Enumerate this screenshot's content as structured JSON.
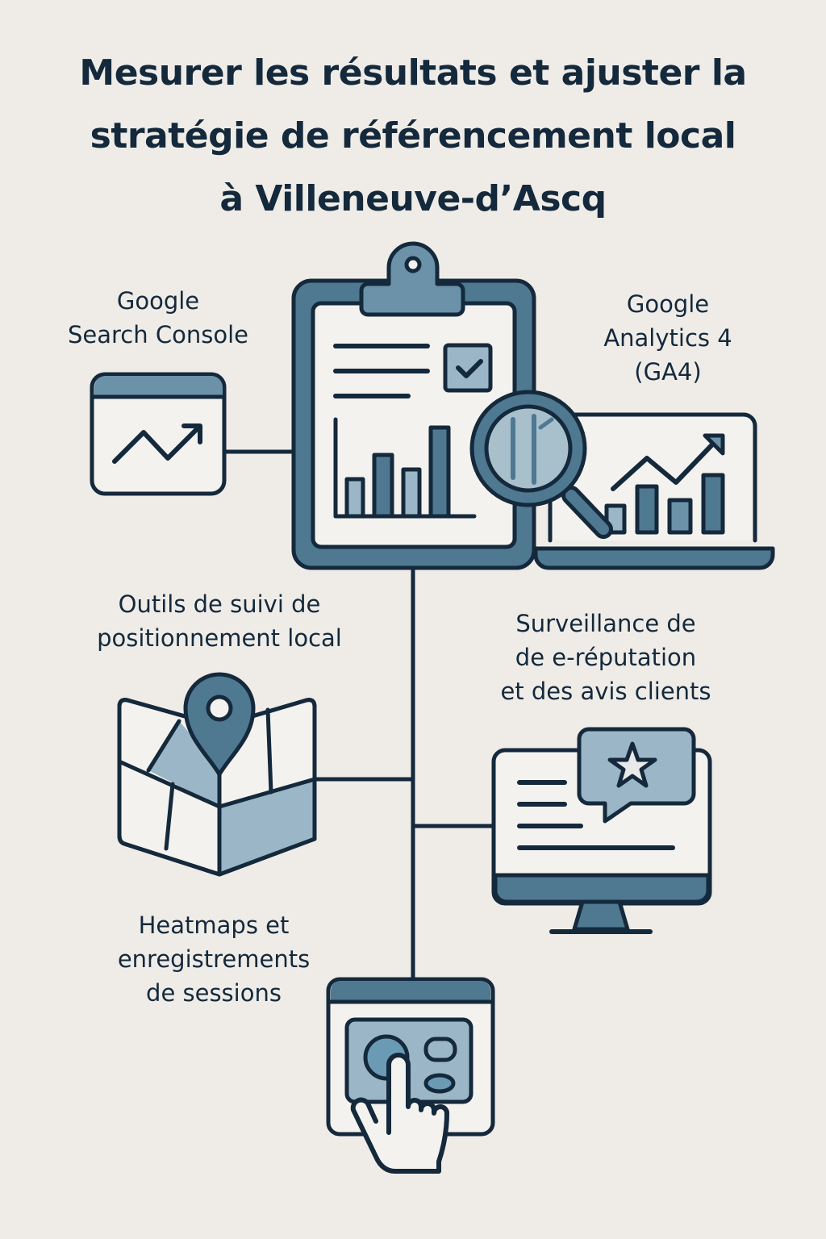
{
  "title": {
    "lines": [
      "Mesurer les résultats et ajuster la",
      "stratégie de référencement local",
      "à Villeneuve-d’Ascq"
    ]
  },
  "nodes": {
    "search_console": {
      "lines": [
        "Google",
        "Search Console"
      ],
      "icon": "browser-trend-chart-icon"
    },
    "ga4": {
      "lines": [
        "Google",
        "Analytics 4",
        "(GA4)"
      ],
      "icon": "laptop-bar-chart-icon"
    },
    "center": {
      "icon": "clipboard-report-magnifier-icon"
    },
    "local_ranking": {
      "lines": [
        "Outils de suivi de",
        "positionnement local"
      ],
      "icon": "map-pin-icon"
    },
    "reputation": {
      "lines": [
        "Surveillance de",
        "de e-réputation",
        "et des avis clients"
      ],
      "icon": "monitor-star-review-icon"
    },
    "heatmaps": {
      "lines": [
        "Heatmaps et",
        "enregistrements",
        "de sessions"
      ],
      "icon": "browser-click-hand-icon"
    }
  },
  "colors": {
    "background": "#efece8",
    "ink": "#14293b",
    "primary": "#4f7891",
    "light": "#9bb7c7",
    "paper": "#f4f2ef"
  }
}
